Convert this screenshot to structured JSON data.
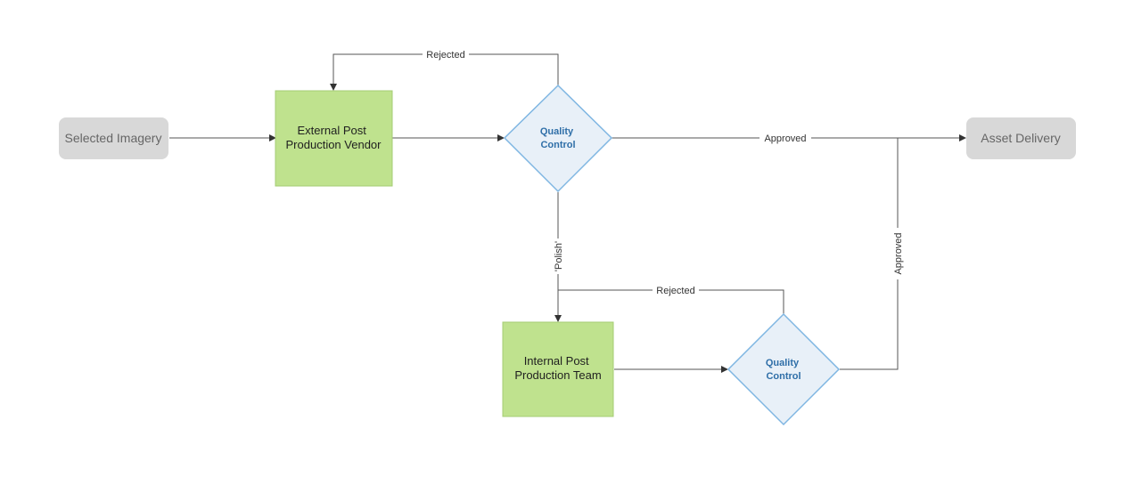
{
  "diagram": {
    "nodes": {
      "selected_imagery": "Selected Imagery",
      "external_vendor": [
        "External Post",
        "Production Vendor"
      ],
      "qc_top": [
        "Quality",
        "Control"
      ],
      "asset_delivery": "Asset Delivery",
      "internal_team": [
        "Internal Post",
        "Production Team"
      ],
      "qc_bottom": [
        "Quality",
        "Control"
      ]
    },
    "edges": {
      "rejected_top": "Rejected",
      "approved_top": "Approved",
      "polish": "'Polish'",
      "rejected_bottom": "Rejected",
      "approved_bottom": "Approved"
    },
    "colors": {
      "pill_fill": "#d8d8d8",
      "box_fill": "#bfe28e",
      "diamond_fill": "#e8f0f8",
      "diamond_stroke": "#7fb6e2",
      "diamond_text": "#2f6fa8"
    }
  }
}
